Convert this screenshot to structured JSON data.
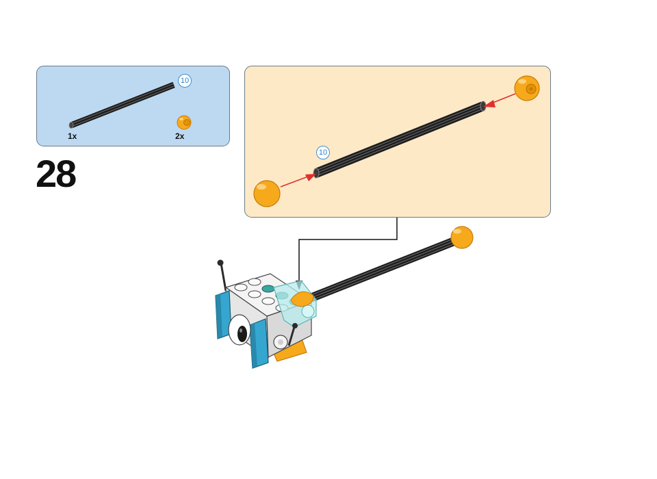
{
  "step": {
    "number": "28"
  },
  "parts_list": {
    "items": [
      {
        "name": "axle",
        "length_label": "10",
        "quantity": "1x"
      },
      {
        "name": "orange-ball",
        "quantity": "2x"
      }
    ]
  },
  "callout": {
    "axle_length_label": "10"
  },
  "colors": {
    "parts_bg": "#bcd9f1",
    "callout_bg": "#fde9c6",
    "orange": "#f7a91c",
    "axle": "#2c2c2c",
    "arrow": "#e0302e",
    "teal": "#35a6cf"
  }
}
